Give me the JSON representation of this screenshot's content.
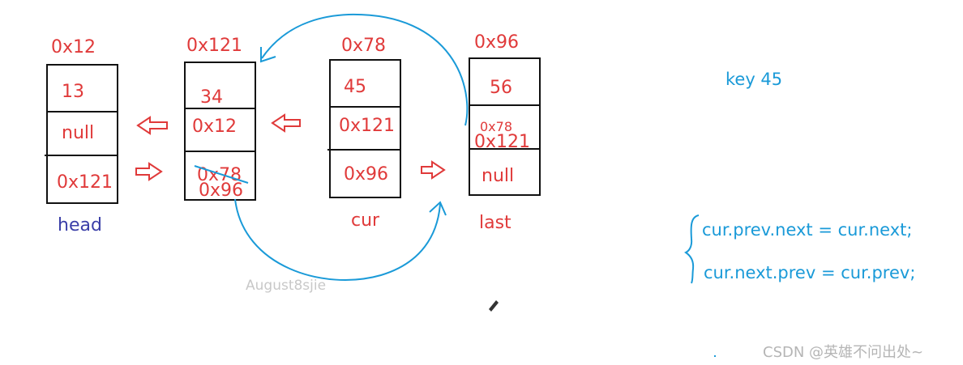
{
  "nodes": {
    "head": {
      "addr": "0x12",
      "val": "13",
      "prev": "null",
      "next": "0x121",
      "label": "head"
    },
    "n2": {
      "addr": "0x121",
      "val": "34",
      "prev": "0x12",
      "next_old": "0x78",
      "next": "0x96"
    },
    "cur": {
      "addr": "0x78",
      "val": "45",
      "prev": "0x121",
      "next": "0x96",
      "label": "cur"
    },
    "last": {
      "addr": "0x96",
      "val": "56",
      "prev_old": "0x78",
      "prev": "0x121",
      "next": "null",
      "label": "last"
    }
  },
  "key_text": "key 45",
  "code": {
    "line1": "cur.prev.next = cur.next;",
    "line2": "cur.next.prev = cur.prev;"
  },
  "watermark": "August8sjie",
  "footer": "CSDN @英雄不问出处~",
  "colors": {
    "red": "#e03a3a",
    "blue": "#1a9ad8",
    "label_purple": "#3b3fa8",
    "black": "#111111"
  }
}
